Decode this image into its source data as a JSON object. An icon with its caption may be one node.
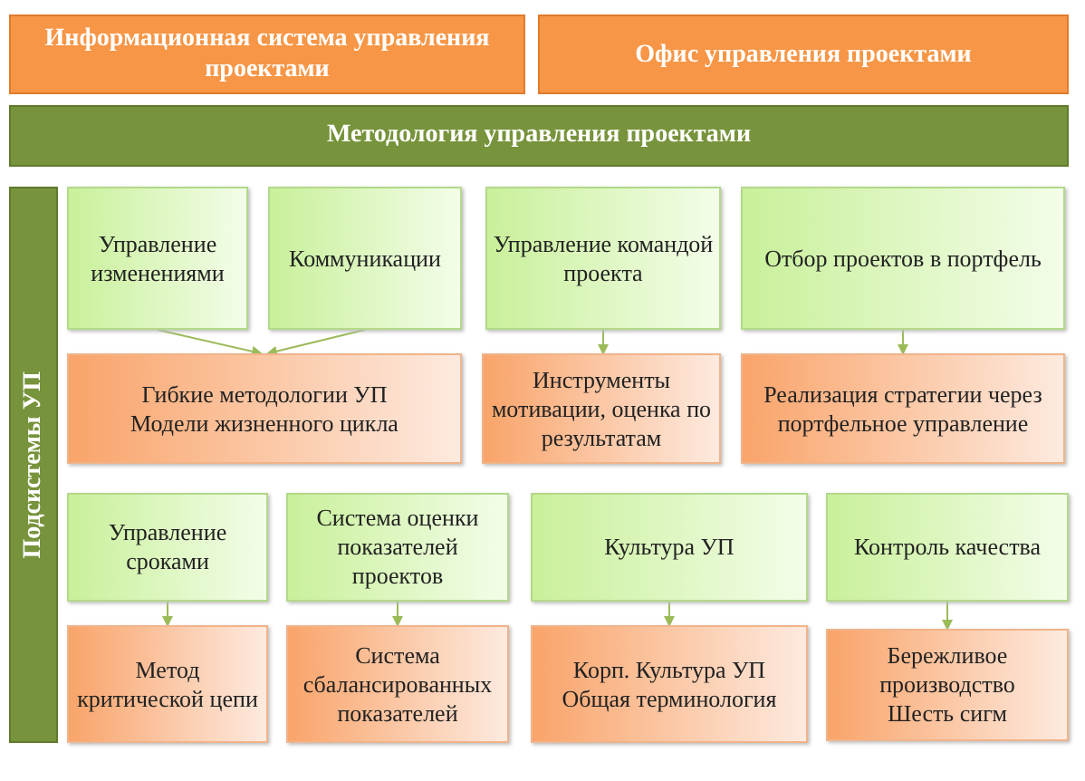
{
  "diagram": {
    "nodes": [
      {
        "text": [
          "Информационная система управления проектами"
        ]
      },
      {
        "text": [
          "Офис управления проектами"
        ]
      },
      {
        "text": [
          "Методология управления проектами"
        ]
      },
      {
        "text": [
          "Подсистемы УП"
        ]
      },
      {
        "text": [
          "Управление изменениями"
        ]
      },
      {
        "text": [
          "Коммуникации"
        ]
      },
      {
        "text": [
          "Управление командой проекта"
        ]
      },
      {
        "text": [
          "Отбор проектов в портфель"
        ]
      },
      {
        "text": [
          "Гибкие методологии УП",
          "Модели жизненного цикла"
        ]
      },
      {
        "text": [
          "Инструменты мотивации, оценка по результатам"
        ]
      },
      {
        "text": [
          "Реализация стратегии через портфельное управление"
        ]
      },
      {
        "text": [
          "Управление сроками"
        ]
      },
      {
        "text": [
          "Система оценки показателей проектов"
        ]
      },
      {
        "text": [
          "Культура УП"
        ]
      },
      {
        "text": [
          "Контроль качества"
        ]
      },
      {
        "text": [
          "Метод критической цепи"
        ]
      },
      {
        "text": [
          "Система сбалансированных показателей"
        ]
      },
      {
        "text": [
          "Корп. Культура УП",
          "Общая терминология"
        ]
      },
      {
        "text": [
          "Бережливое производство",
          "Шесть сигм"
        ]
      }
    ],
    "edges": [
      {
        "from": 4,
        "to": 8,
        "arrow": "to"
      },
      {
        "from": 5,
        "to": 8,
        "arrow": "to"
      },
      {
        "from": 6,
        "to": 9,
        "arrow": "to"
      },
      {
        "from": 7,
        "to": 10,
        "arrow": "to"
      },
      {
        "from": 11,
        "to": 15,
        "arrow": "to"
      },
      {
        "from": 12,
        "to": 16,
        "arrow": "to"
      },
      {
        "from": 13,
        "to": 17,
        "arrow": "to"
      },
      {
        "from": 14,
        "to": 18,
        "arrow": "to"
      }
    ]
  }
}
